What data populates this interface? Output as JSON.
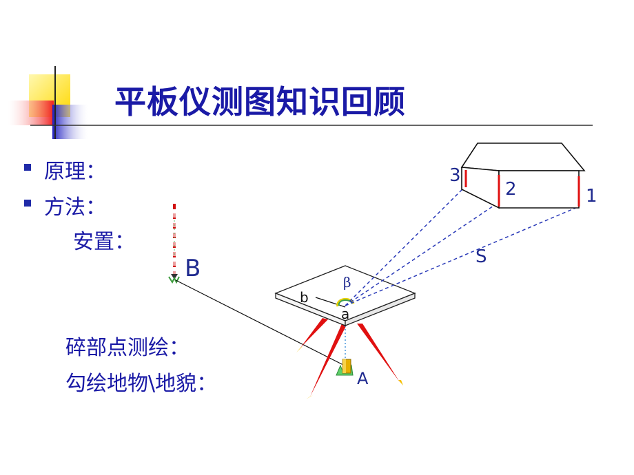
{
  "title": "平板仪测图知识回顾",
  "bullets": [
    {
      "label": "原理："
    },
    {
      "label": "方法："
    }
  ],
  "sub_items": {
    "setup": "安置：",
    "detail_survey": "碎部点测绘：",
    "sketch": "勾绘地物\\地貌："
  },
  "diagram_labels": {
    "point_B": "B",
    "point_A": "A",
    "point_a": "a",
    "point_b": "b",
    "angle": "β",
    "distance": "S",
    "corner_1": "1",
    "corner_2": "2",
    "corner_3": "3"
  },
  "colors": {
    "title": "#1a1aa6",
    "bullet": "#1f2aa8",
    "sight_line": "#2a3ab8",
    "tripod_red": "#e01010",
    "tripod_yellow": "#f5c000",
    "deco_yellow": "#ffd800",
    "deco_red": "#f02020",
    "deco_blue": "#2020c0"
  }
}
